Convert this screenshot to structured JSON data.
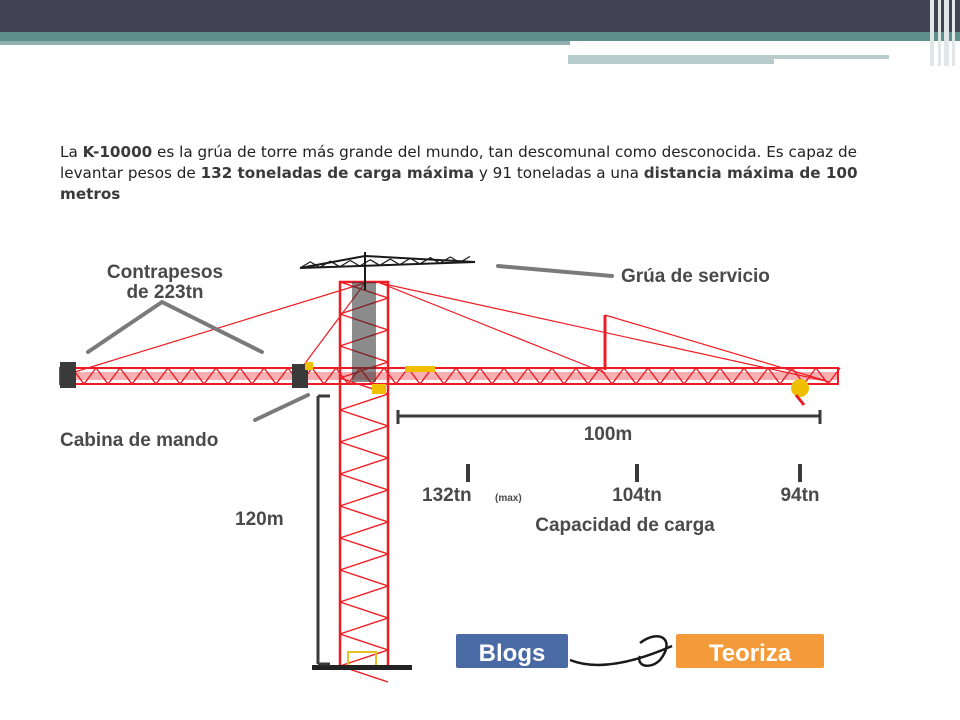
{
  "text": {
    "s1": "La ",
    "s2": "K-10000",
    "s3": " es la grúa de torre más grande del mundo, tan descomunal como desconocida. Es capaz de levantar pesos de ",
    "s4": "132 toneladas de carga máxima",
    "s5": " y 91 toneladas a una ",
    "s6": "distancia máxima de 100 metros"
  },
  "diagram": {
    "label_counterweight_1": "Contrapesos",
    "label_counterweight_2": "de 223tn",
    "label_service_crane": "Grúa de servicio",
    "label_cabin": "Cabina de mando",
    "label_height": "120m",
    "label_reach": "100m",
    "cap_1": "132tn",
    "cap_1_note": "(max)",
    "cap_2": "104tn",
    "cap_3": "94tn",
    "label_capacity": "Capacidad de carga"
  },
  "logo": {
    "left": "Blogs",
    "right": "Teoriza"
  },
  "colors": {
    "crane": "#ee1c24",
    "label": "#4a4a4a",
    "logo_blue": "#4a6aa6",
    "logo_orange": "#f39a3a"
  }
}
